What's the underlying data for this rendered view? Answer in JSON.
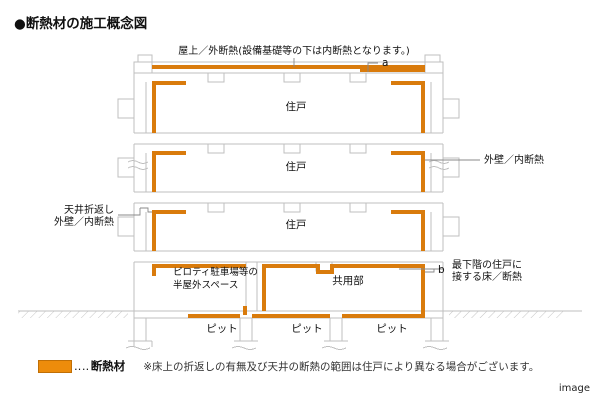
{
  "page": {
    "title": "●断熱材の施工概念図",
    "credit": "image",
    "background_color": "#FFFFFF",
    "insulation_color": "#D97B0C",
    "legend_swatch_color": "#ED8C0B",
    "structure_line_color": "#BFBFBF"
  },
  "callouts": {
    "roof": "屋上／外断熱(設備基礎等の下は内断熱となります。)",
    "marker_a": "a",
    "marker_b": "b",
    "outer_wall_right": "外壁／内断熱",
    "ceiling_return_line1": "天井折返し",
    "ceiling_return_line2": "外壁／内断熱",
    "lowest_floor_line1": "最下階の住戸に",
    "lowest_floor_line2": "接する床／断熱"
  },
  "rooms": {
    "dwelling_1": "住戸",
    "dwelling_2": "住戸",
    "dwelling_3": "住戸",
    "piloti_line1": "ピロティ駐車場等の",
    "piloti_line2": "半屋外スペース",
    "common_area": "共用部",
    "pit_1": "ピット",
    "pit_2": "ピット",
    "pit_3": "ピット"
  },
  "legend": {
    "dots": "‥‥",
    "label": "断熱材",
    "note": "※床上の折返しの有無及び天井の断熱の範囲は住戸により異なる場合がございます。"
  }
}
